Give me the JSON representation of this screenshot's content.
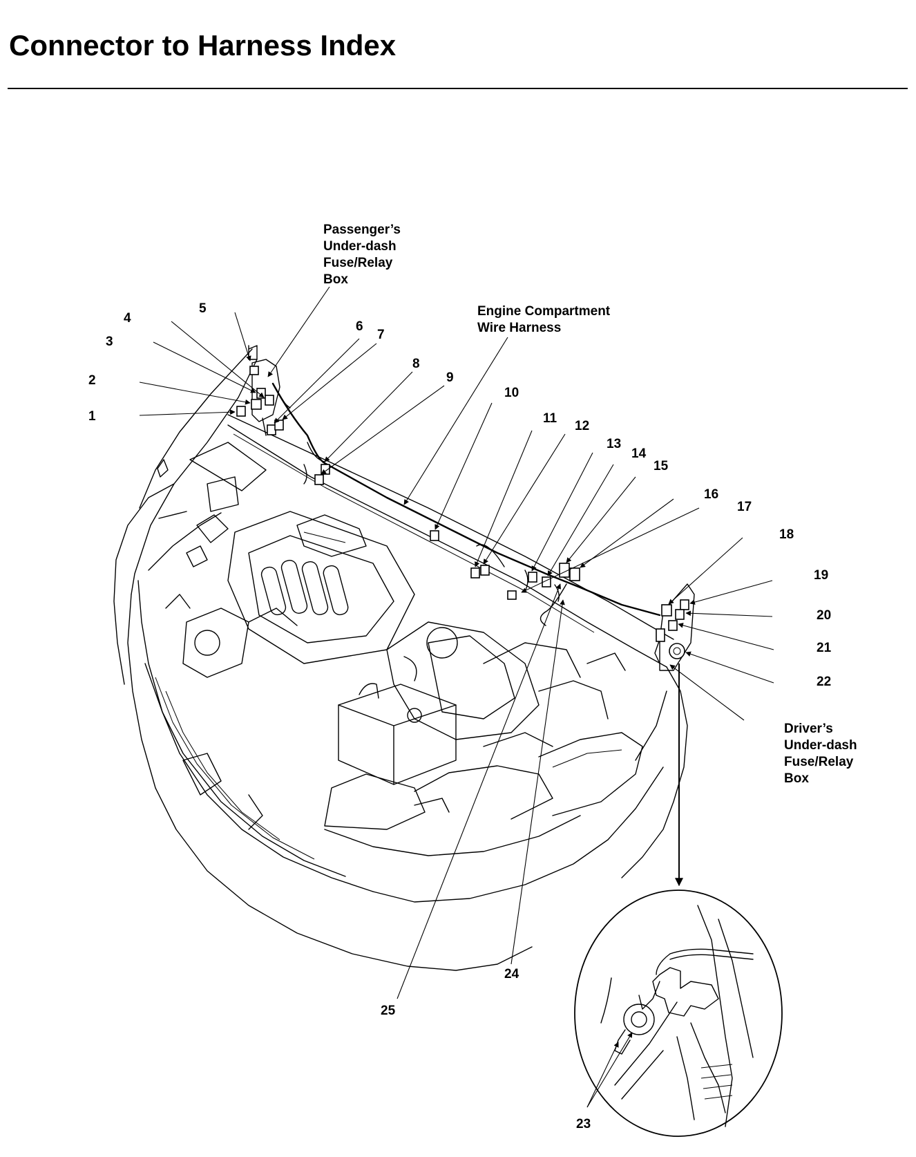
{
  "page": {
    "title": "Connector to Harness Index"
  },
  "labels": {
    "passenger_box": [
      "Passenger’s",
      "Under-dash",
      "Fuse/Relay",
      "Box"
    ],
    "engine_harness": [
      "Engine Compartment",
      "Wire Harness"
    ],
    "driver_box": [
      "Driver’s",
      "Under-dash",
      "Fuse/Relay",
      "Box"
    ]
  },
  "callouts": [
    "1",
    "2",
    "3",
    "4",
    "5",
    "6",
    "7",
    "8",
    "9",
    "10",
    "11",
    "12",
    "13",
    "14",
    "15",
    "16",
    "17",
    "18",
    "19",
    "20",
    "21",
    "22",
    "23",
    "24",
    "25"
  ]
}
